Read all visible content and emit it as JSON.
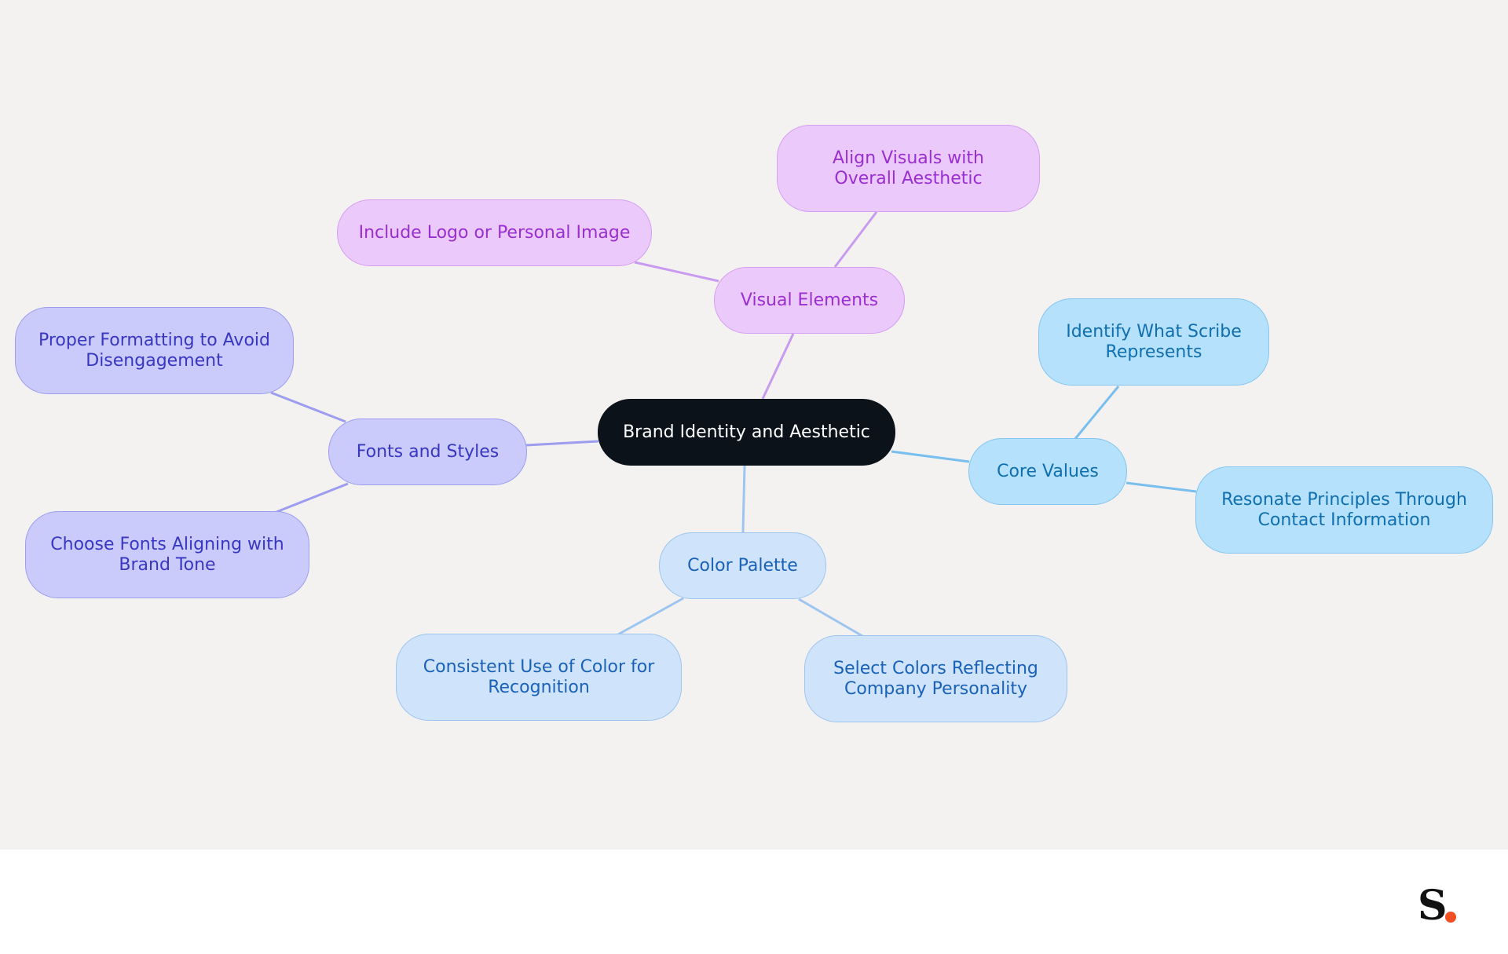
{
  "root": {
    "label": "Brand Identity and Aesthetic"
  },
  "branches": {
    "visual": {
      "label": "Visual Elements",
      "children": [
        "Include Logo or Personal Image",
        "Align Visuals with Overall Aesthetic"
      ]
    },
    "fonts": {
      "label": "Fonts and Styles",
      "children": [
        "Proper Formatting to Avoid Disengagement",
        "Choose Fonts Aligning with Brand Tone"
      ]
    },
    "core": {
      "label": "Core Values",
      "children": [
        "Identify What Scribe Represents",
        "Resonate Principles Through Contact Information"
      ]
    },
    "color": {
      "label": "Color Palette",
      "children": [
        "Consistent Use of Color for Recognition",
        "Select Colors Reflecting Company Personality"
      ]
    }
  },
  "colors": {
    "canvas_bg": "#f3f2f1",
    "root_bg": "#0c1219",
    "visual_edge": "#c99bf0",
    "fonts_edge": "#9d9df0",
    "core_edge": "#78bfef",
    "color_edge": "#9ec5f0",
    "logo_dot": "#f04e23"
  },
  "logo": {
    "letter": "S"
  }
}
